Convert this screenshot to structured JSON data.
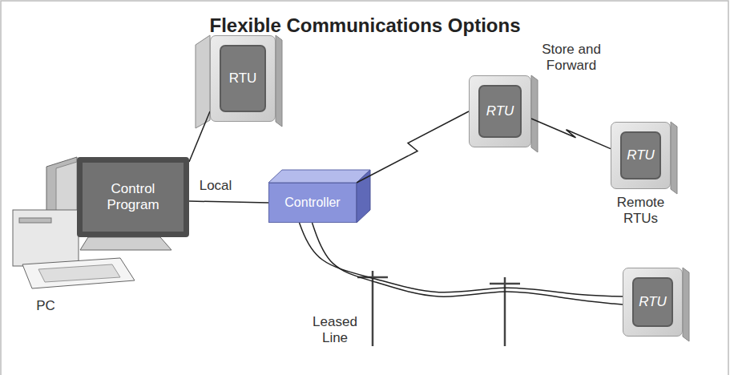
{
  "diagram": {
    "title": "Flexible Communications Options",
    "nodes": [
      {
        "text": [
          "Control Program"
        ]
      },
      {
        "text": [
          "RTU"
        ]
      },
      {
        "text": [
          "Controller"
        ]
      },
      {
        "text": [
          "RTU"
        ]
      },
      {
        "text": [
          "RTU",
          "Remote RTUs"
        ]
      },
      {
        "text": [
          "RTU"
        ]
      }
    ],
    "edges": [
      {
        "from": 0,
        "to": 1,
        "arrow": "none"
      },
      {
        "from": 0,
        "to": 2,
        "label": "Local",
        "arrow": "none"
      },
      {
        "from": 2,
        "to": 3,
        "arrow": "none"
      },
      {
        "from": 3,
        "to": 4,
        "label": "Store and Forward",
        "arrow": "none"
      },
      {
        "from": 2,
        "to": 5,
        "arrow": "none"
      }
    ],
    "labels": [
      "PC",
      "Leased Line"
    ]
  }
}
